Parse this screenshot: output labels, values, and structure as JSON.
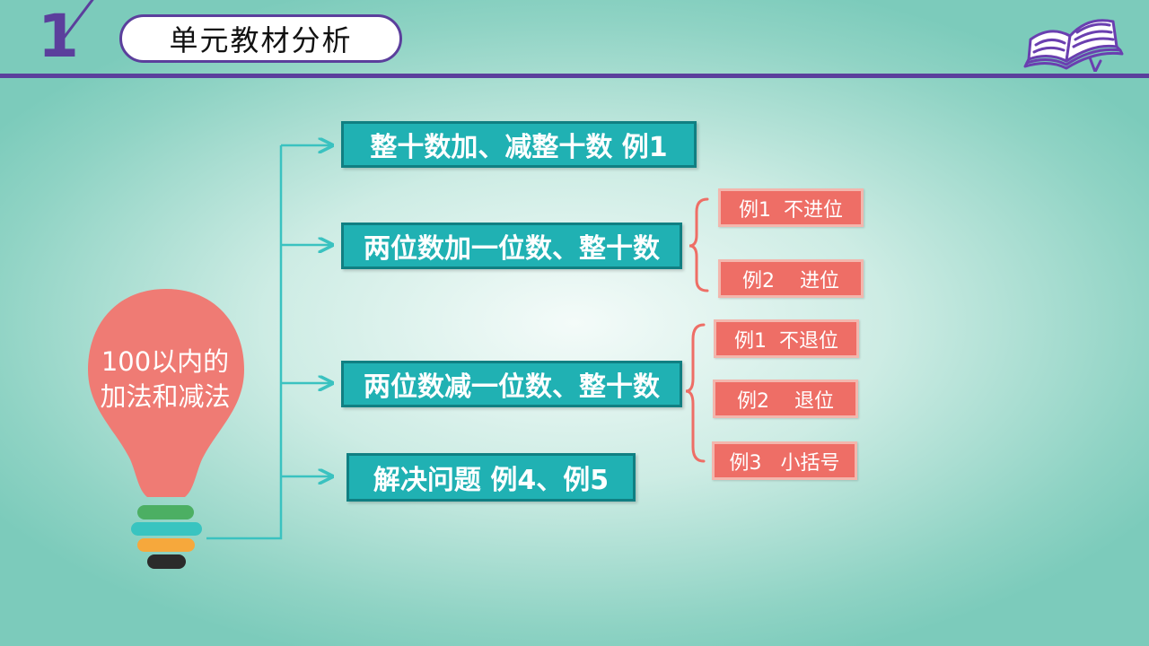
{
  "header": {
    "section_number": "1",
    "title": "单元教材分析"
  },
  "colors": {
    "accent_purple": "#5b3f9c",
    "teal": "#20b1b3",
    "salmon": "#ee6e66",
    "bulb": "#ef7b74",
    "connector": "#3ac2c0"
  },
  "icons": [
    "open-book-icon",
    "lightbulb-icon"
  ],
  "diagram": {
    "root": "100以内的加法和减法",
    "branches": [
      {
        "label": "整十数加、减整十数  例1",
        "examples": []
      },
      {
        "label": "两位数加一位数、整十数",
        "examples": [
          "例1  不进位",
          "例2    进位"
        ]
      },
      {
        "label": "两位数减一位数、整十数",
        "examples": [
          "例1  不退位",
          "例2    退位",
          "例3   小括号"
        ]
      },
      {
        "label": "解决问题 例4、例5",
        "examples": []
      }
    ]
  }
}
